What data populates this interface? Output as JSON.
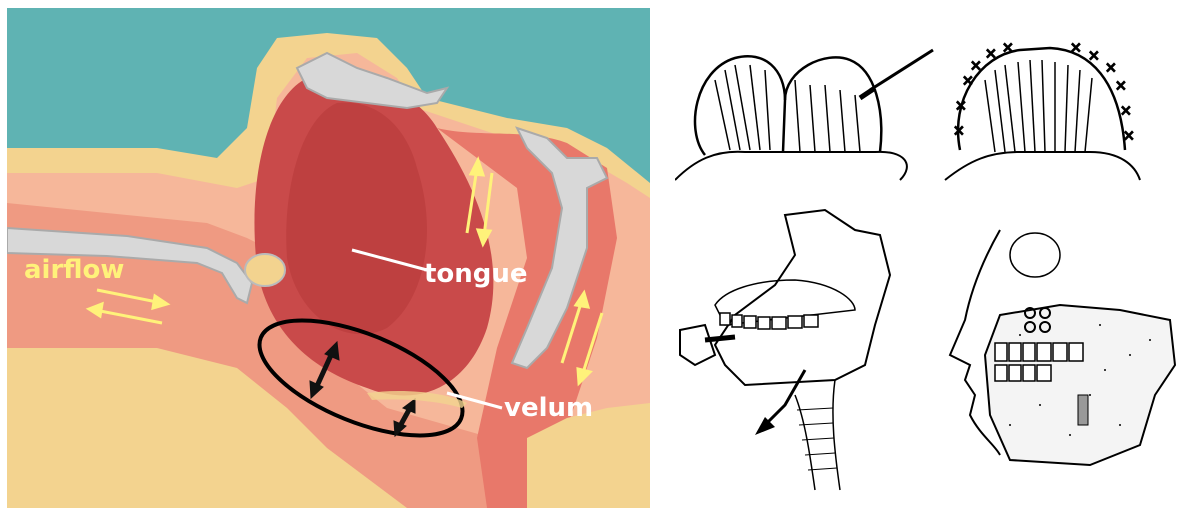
{
  "anatomy_panel": {
    "labels": {
      "airflow": "airflow",
      "tongue": "tongue",
      "velum": "velum"
    },
    "colors": {
      "background_teal": "#5fb3b3",
      "skin_tan": "#f3d38f",
      "tongue_red": "#c94a4a",
      "tissue_pink": "#f0a08a",
      "bone_gray": "#cfcfcf",
      "arrow_yellow": "#fff27a",
      "label_white": "#ffffff",
      "label_yellow": "#fff27a",
      "highlight_ellipse": "#000000"
    }
  },
  "sketch_panels": [
    {
      "name": "palate-flap-incision-sketch"
    },
    {
      "name": "palate-sutured-sketch"
    },
    {
      "name": "mandible-advancement-sketch"
    },
    {
      "name": "facial-skeleton-fixation-sketch"
    }
  ]
}
